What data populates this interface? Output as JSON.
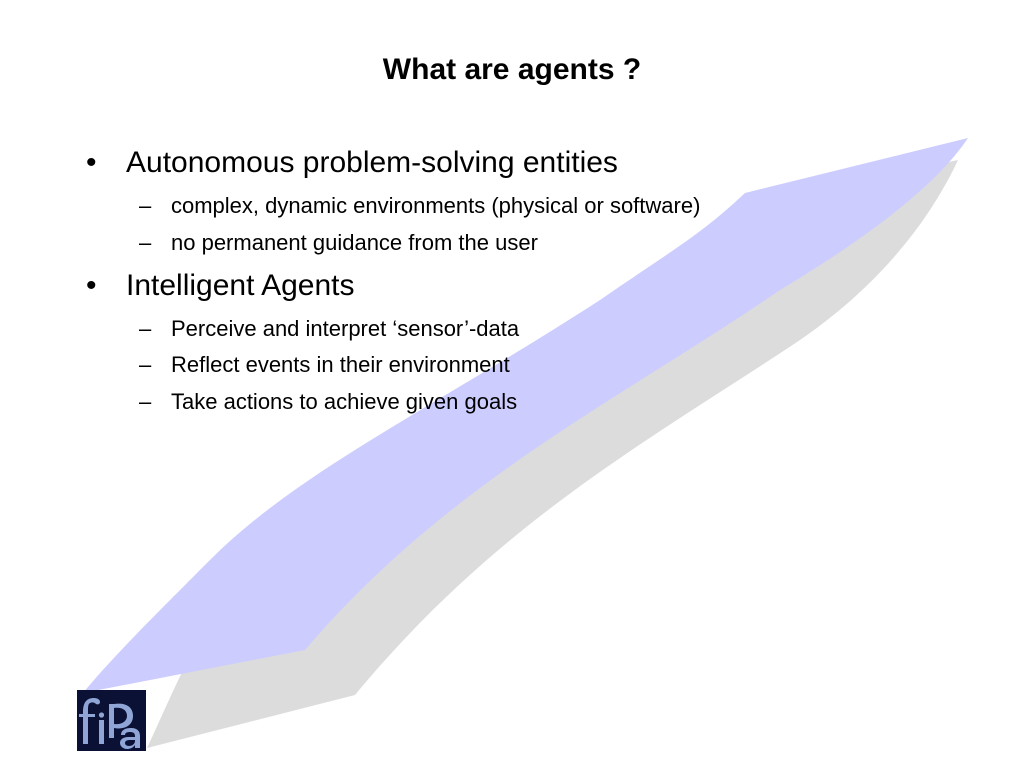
{
  "slide": {
    "title": "What are agents ?",
    "bullets": [
      {
        "marker": "•",
        "text": "Autonomous problem-solving entities",
        "subitems": [
          {
            "marker": "–",
            "text": "complex, dynamic environments (physical or software)"
          },
          {
            "marker": "–",
            "text": "no permanent guidance from the user"
          }
        ]
      },
      {
        "marker": "•",
        "text": "Intelligent Agents",
        "subitems": [
          {
            "marker": "–",
            "text": "Perceive and interpret ‘sensor’-data"
          },
          {
            "marker": "–",
            "text": "Reflect events in their environment"
          },
          {
            "marker": "–",
            "text": "Take actions to achieve given goals"
          }
        ]
      }
    ]
  },
  "logo": {
    "text": "fipa"
  },
  "colors": {
    "arrow_fill": "#ccccff",
    "arrow_shadow": "#dcdcdc",
    "logo_background": "#0a1135",
    "logo_letters": "#8fa5d6",
    "text": "#000000"
  }
}
